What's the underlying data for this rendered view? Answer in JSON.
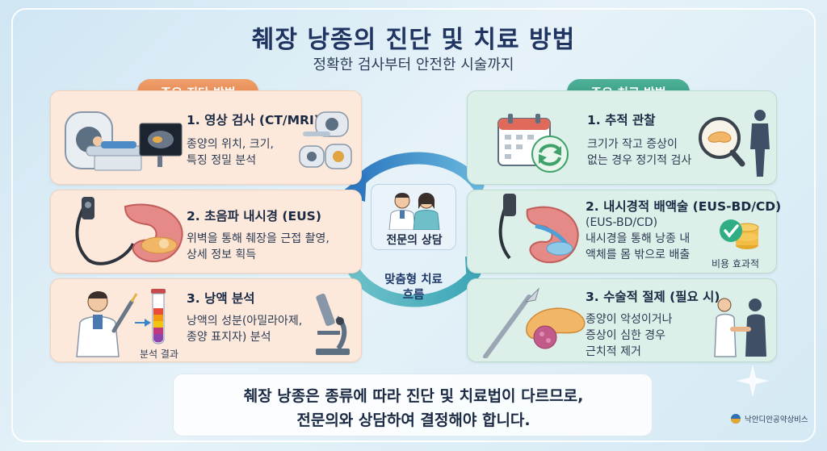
{
  "header": {
    "title": "췌장 낭종의 진단 및 치료 방법",
    "subtitle": "정확한 검사부터 안전한 시술까지"
  },
  "diagnosis": {
    "heading": "주요 진단 방법",
    "items": [
      {
        "title": "1. 영상 검사 (CT/MRI)",
        "lines": [
          "종양의 위치, 크기,",
          "특징 정밀 분석"
        ]
      },
      {
        "title": "2. 초음파 내시경 (EUS)",
        "lines": [
          "위벽을 통해 췌장을 근접 촬영,",
          "상세 정보 획득"
        ]
      },
      {
        "title": "3. 낭액 분석",
        "lines": [
          "낭액의 성분(아밀라아제,",
          "종양 표지자) 분석"
        ],
        "tag": "분석 결과"
      }
    ]
  },
  "treatment": {
    "heading": "주요 치료 방법",
    "items": [
      {
        "title": "1. 추적 관찰",
        "lines": [
          "크기가 작고 증상이",
          "없는 경우 정기적 검사"
        ]
      },
      {
        "title": "2. 내시경적 배액술 (EUS-BD/CD)",
        "lines": [
          "(EUS-BD/CD)",
          "내시경을 통해 낭종 내",
          "액체를 몸 밖으로 배출"
        ],
        "tag": "비용 효과적"
      },
      {
        "title": "3. 수술적 절제 (필요 시)",
        "lines": [
          "종양이 악성이거나",
          "증상이 심한 경우",
          "근치적 제거"
        ]
      }
    ]
  },
  "center": {
    "label": "전문의 상담",
    "flow": [
      "맞춤형 치료",
      "흐름"
    ]
  },
  "footer": {
    "lines": [
      "췌장 낭종은 종류에 따라 진단 및 치료법이 다르므로,",
      "전문의와 상담하여 결정해야 합니다."
    ],
    "logo_text": "낙안디안공약상비스"
  },
  "colors": {
    "diagnosis_accent": "#de7c45",
    "treatment_accent": "#2f9078",
    "arrow_blue": "#3a86c8",
    "title_navy": "#1f3461"
  }
}
